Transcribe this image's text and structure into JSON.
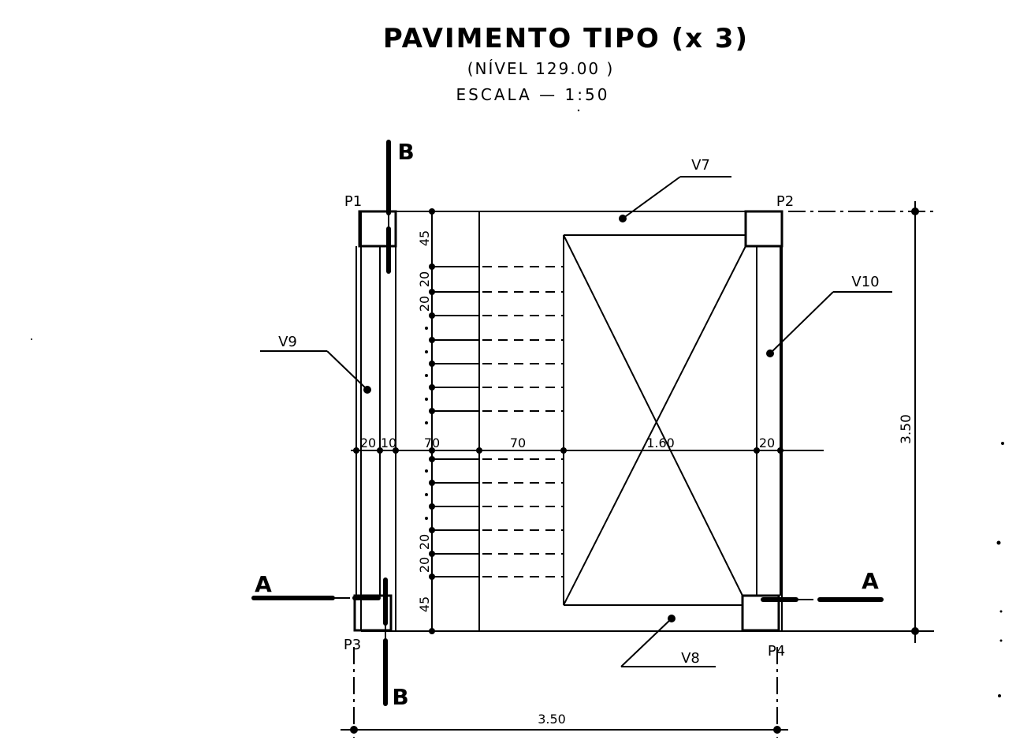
{
  "header": {
    "title": "PAVIMENTO  TIPO (x 3)",
    "level": "(NÍVEL 129.00 )",
    "scale": "ESCALA   —  1:50"
  },
  "pillars": [
    "P1",
    "P2",
    "P3",
    "P4"
  ],
  "beams": [
    "V7",
    "V8",
    "V9",
    "V10"
  ],
  "section_markers": {
    "a": "A",
    "b": "B"
  },
  "dimensions": {
    "width_total": "3.50",
    "height_total": "3.50",
    "horizontal_chain": [
      "20",
      "10",
      "70",
      "70",
      "1.60",
      "20"
    ],
    "stair_top_landing": "45",
    "stair_bottom_landing": "45",
    "tread_upper": [
      "20",
      "20"
    ],
    "tread_lower": [
      "20",
      "20"
    ]
  }
}
